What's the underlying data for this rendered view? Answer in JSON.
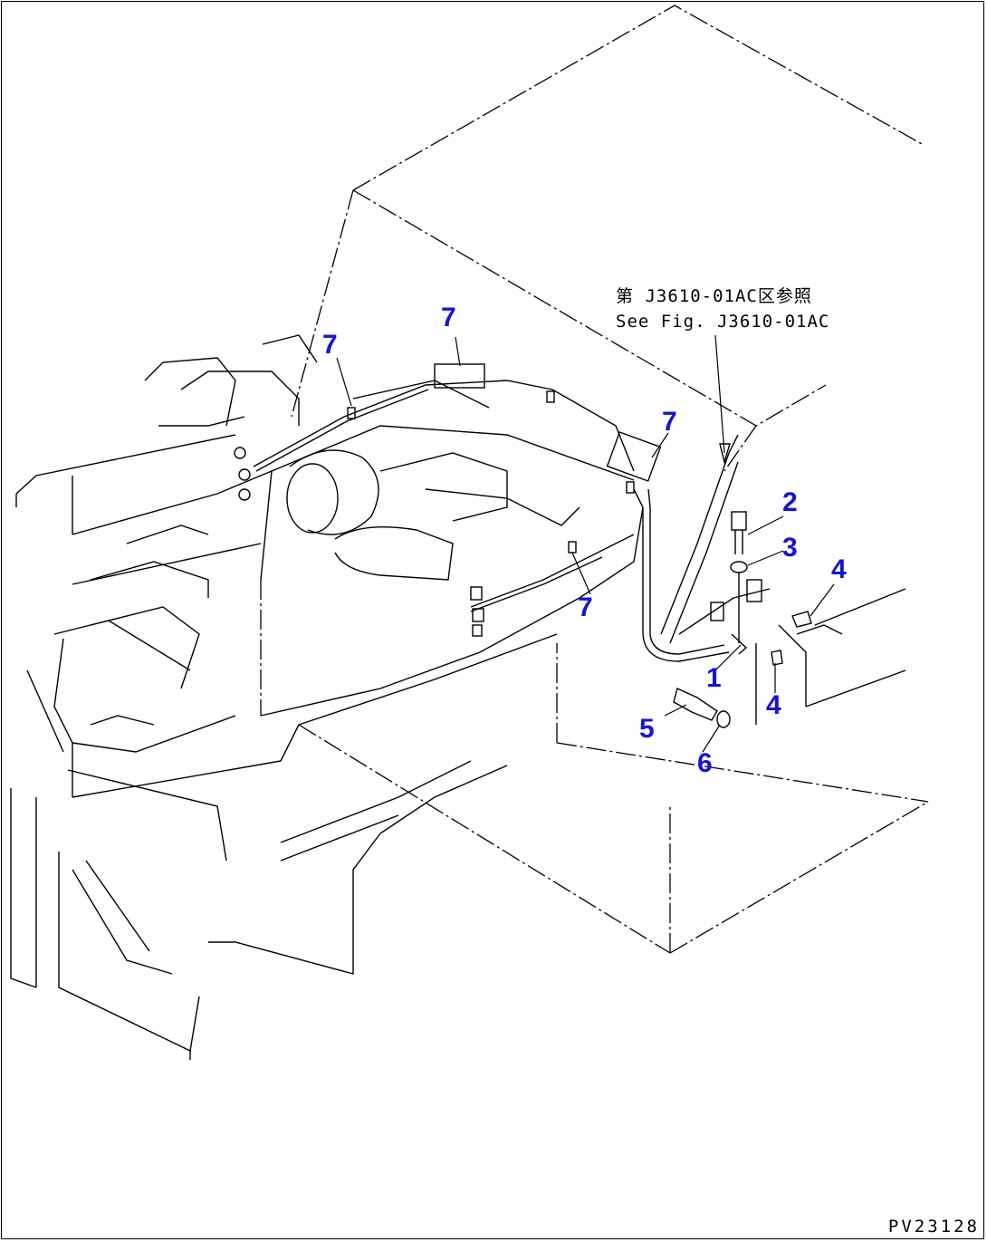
{
  "diagram": {
    "reference_jp": "第 J3610-01AC区参照",
    "reference_en": "See Fig. J3610-01AC",
    "drawing_id": "PV23128",
    "callout_color": "#1414d8",
    "callouts": [
      {
        "id": "c7a",
        "label": "7"
      },
      {
        "id": "c7b",
        "label": "7"
      },
      {
        "id": "c7c",
        "label": "7"
      },
      {
        "id": "c7d",
        "label": "7"
      },
      {
        "id": "c2",
        "label": "2"
      },
      {
        "id": "c3",
        "label": "3"
      },
      {
        "id": "c4a",
        "label": "4"
      },
      {
        "id": "c1",
        "label": "1"
      },
      {
        "id": "c4b",
        "label": "4"
      },
      {
        "id": "c5",
        "label": "5"
      },
      {
        "id": "c6",
        "label": "6"
      }
    ]
  }
}
